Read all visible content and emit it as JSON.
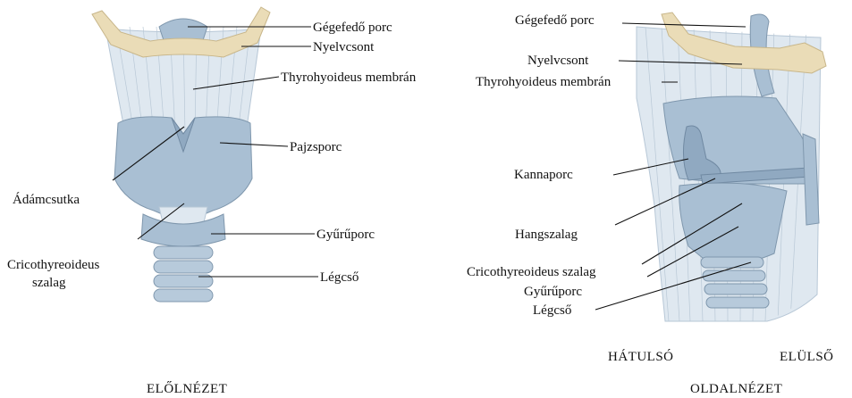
{
  "front_view": {
    "labels": {
      "epiglottis": "Gégefedő porc",
      "hyoid": "Nyelvcsont",
      "thyrohyoid": "Thyrohyoideus membrán",
      "thyroid": "Pajzsporc",
      "adams_apple": "Ádámcsutka",
      "cricoid": "Gyűrűporc",
      "cricothyroid_line1": "Cricothyreoideus",
      "cricothyroid_line2": "szalag",
      "trachea": "Légcső"
    },
    "caption": "ELŐLNÉZET"
  },
  "side_view": {
    "labels": {
      "epiglottis": "Gégefedő porc",
      "hyoid": "Nyelvcsont",
      "thyrohyoid": "Thyrohyoideus membrán",
      "arytenoid": "Kannaporc",
      "vocal_cord": "Hangszalag",
      "cricothyroid": "Cricothyreoideus szalag",
      "cricoid": "Gyűrűporc",
      "trachea": "Légcső"
    },
    "posterior": "HÁTULSÓ",
    "anterior": "ELÜLSŐ",
    "caption": "OLDALNÉZET"
  }
}
